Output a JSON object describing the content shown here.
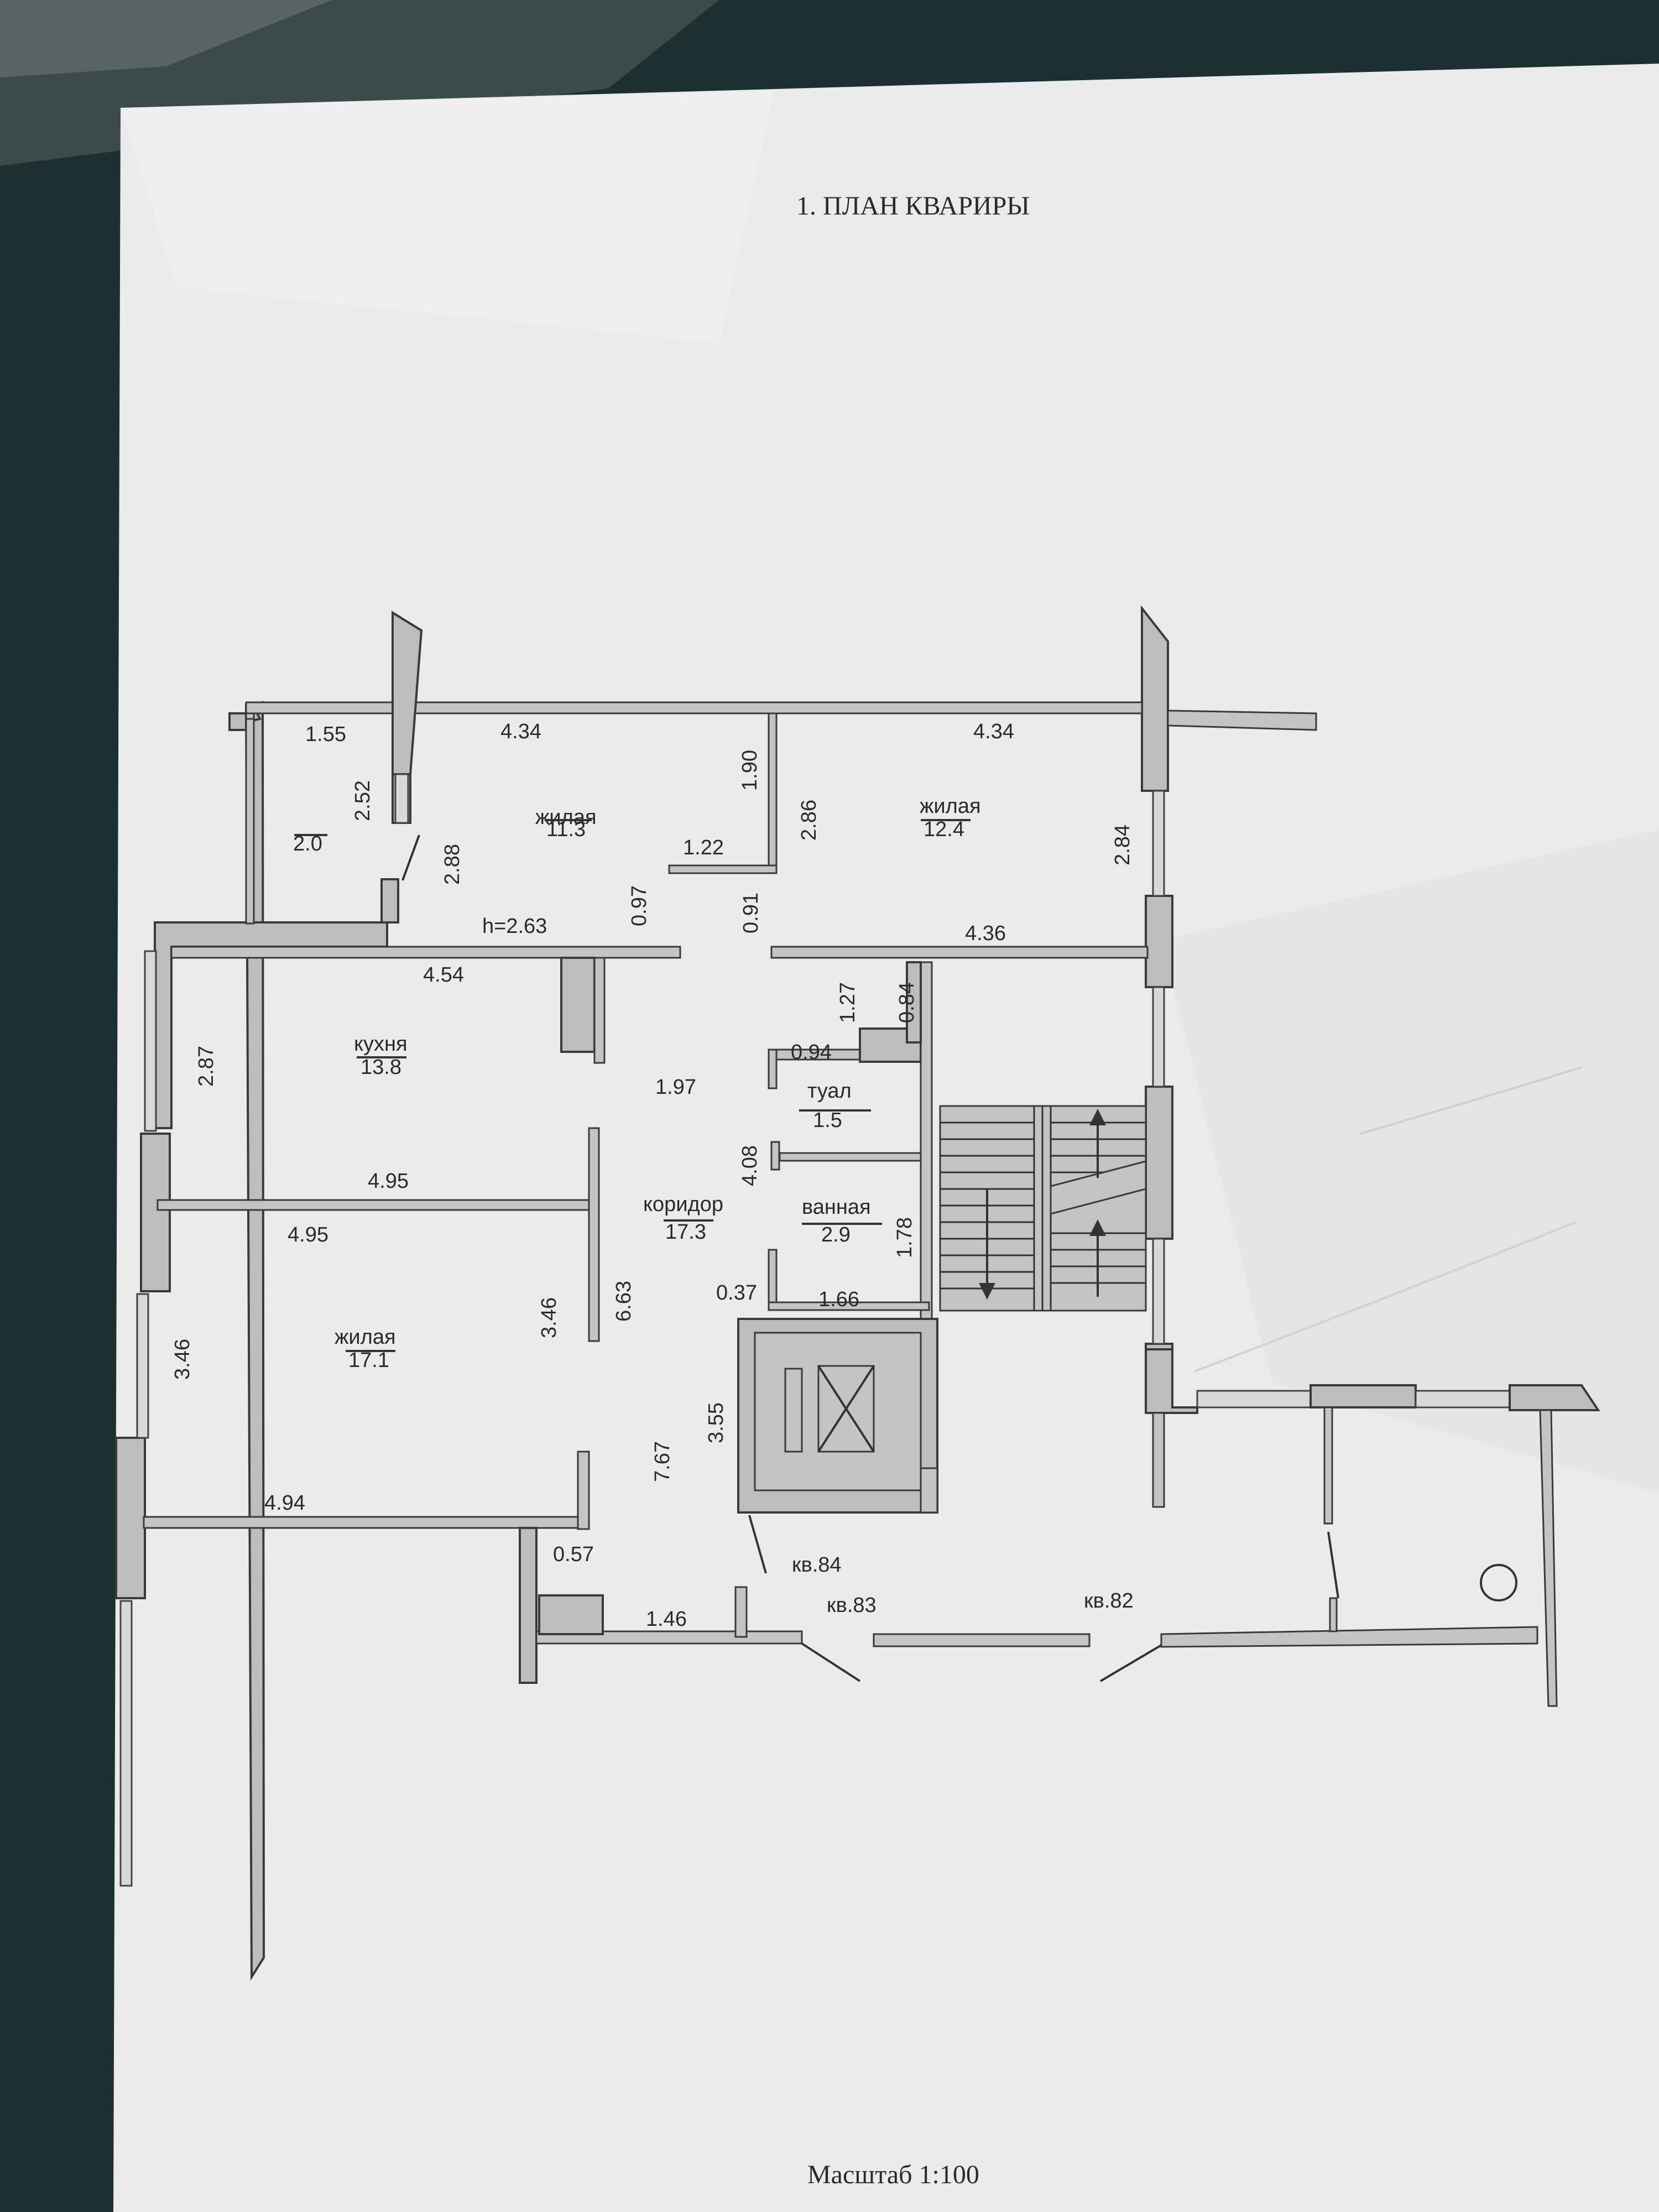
{
  "title": "1. ПЛАН КВАРИРЫ",
  "scale": "Масштаб 1:100",
  "ceiling_height": "h=2.63",
  "rooms": {
    "balcony": {
      "area": "2.0"
    },
    "living_1": {
      "name": "жилая",
      "area": "11.3"
    },
    "living_2": {
      "name": "жилая",
      "area": "12.4"
    },
    "kitchen": {
      "name": "кухня",
      "area": "13.8"
    },
    "living_3": {
      "name": "жилая",
      "area": "17.1"
    },
    "toilet": {
      "name": "туал",
      "area": "1.5"
    },
    "bathroom": {
      "name": "ванная",
      "area": "2.9"
    },
    "corridor": {
      "name": "коридор",
      "area": "17.3"
    }
  },
  "dimensions": {
    "d_1_55": "1.55",
    "d_4_34_a": "4.34",
    "d_4_34_b": "4.34",
    "d_1_90": "1.90",
    "d_2_86": "2.86",
    "d_2_84": "2.84",
    "d_2_52": "2.52",
    "d_2_88": "2.88",
    "d_1_22": "1.22",
    "d_0_97": "0.97",
    "d_0_91": "0.91",
    "d_4_36": "4.36",
    "d_4_54": "4.54",
    "d_1_27": "1.27",
    "d_0_84": "0.84",
    "d_0_94": "0.94",
    "d_2_87": "2.87",
    "d_1_97": "1.97",
    "d_4_08": "4.08",
    "d_4_95_a": "4.95",
    "d_4_95_b": "4.95",
    "d_1_78": "1.78",
    "d_0_37": "0.37",
    "d_1_66": "1.66",
    "d_3_46_a": "3.46",
    "d_3_46_b": "3.46",
    "d_6_63": "6.63",
    "d_3_55": "3.55",
    "d_7_67": "7.67",
    "d_4_94": "4.94",
    "d_0_57": "0.57",
    "d_1_46": "1.46"
  },
  "apartments": {
    "kv84": "кв.84",
    "kv83": "кв.83",
    "kv82": "кв.82"
  }
}
